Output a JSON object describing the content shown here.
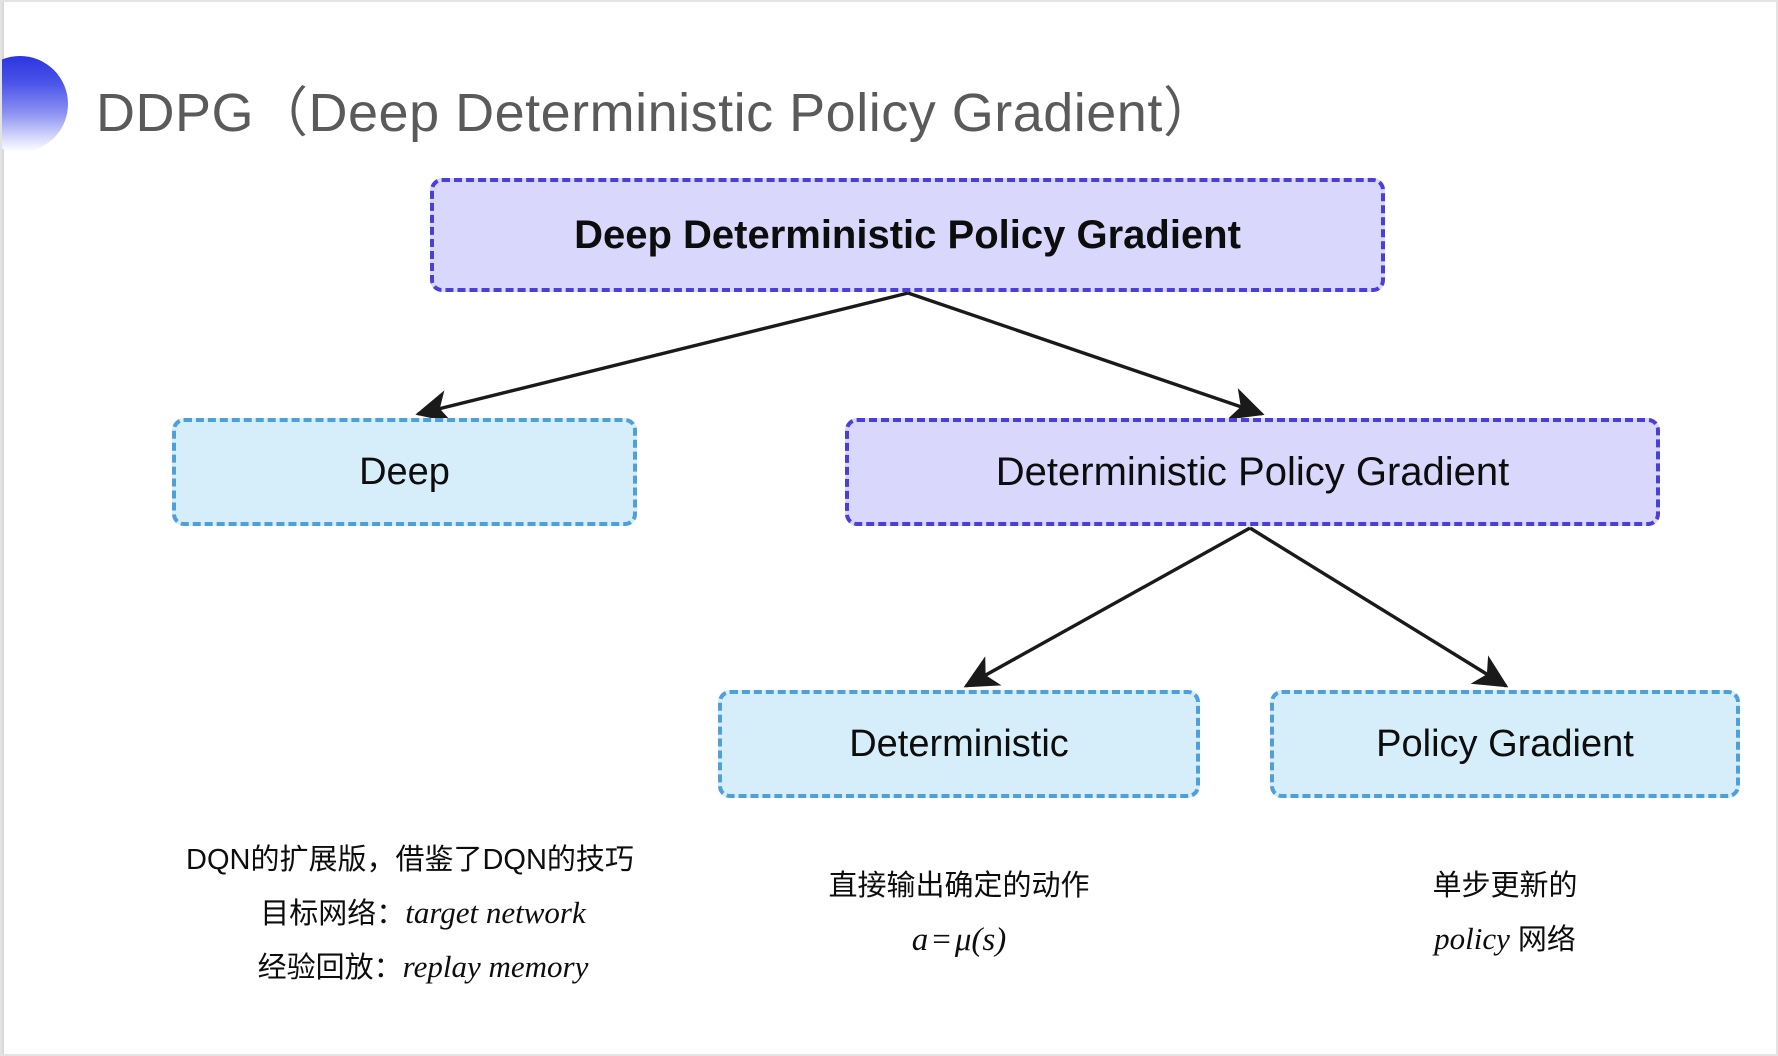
{
  "slide": {
    "title": "DDPG（Deep Deterministic Policy Gradient）",
    "title_color": "#5a5a5a",
    "background": "#ffffff"
  },
  "palette": {
    "purple_fill": "#d9d7fb",
    "purple_border": "#4a3fd6",
    "blue_fill": "#d5eefa",
    "blue_border": "#4f9fd9",
    "arrow_color": "#1a1a1a",
    "deco_gradient_from": "#2b35e0",
    "deco_gradient_to": "#ffffff"
  },
  "diagram": {
    "root": {
      "label": "Deep Deterministic Policy Gradient",
      "style": "purple"
    },
    "level2": [
      {
        "label": "Deep",
        "style": "blue"
      },
      {
        "label": "Deterministic Policy Gradient",
        "style": "purple"
      }
    ],
    "level3": [
      {
        "label": "Deterministic",
        "style": "blue"
      },
      {
        "label": "Policy Gradient",
        "style": "blue"
      }
    ]
  },
  "captions": {
    "deep": {
      "line1": "DQN的扩展版，借鉴了DQN的技巧",
      "line2_label": "目标网络：",
      "line2_term": "target network",
      "line3_label": "经验回放：",
      "line3_term": "replay memory"
    },
    "deterministic": {
      "line1": "直接输出确定的动作",
      "formula_lhs": "a",
      "formula_op": "=",
      "formula_rhs": "μ(s)"
    },
    "policy_gradient": {
      "line1": "单步更新的",
      "line2_term": "policy",
      "line2_suffix": " 网络"
    }
  }
}
